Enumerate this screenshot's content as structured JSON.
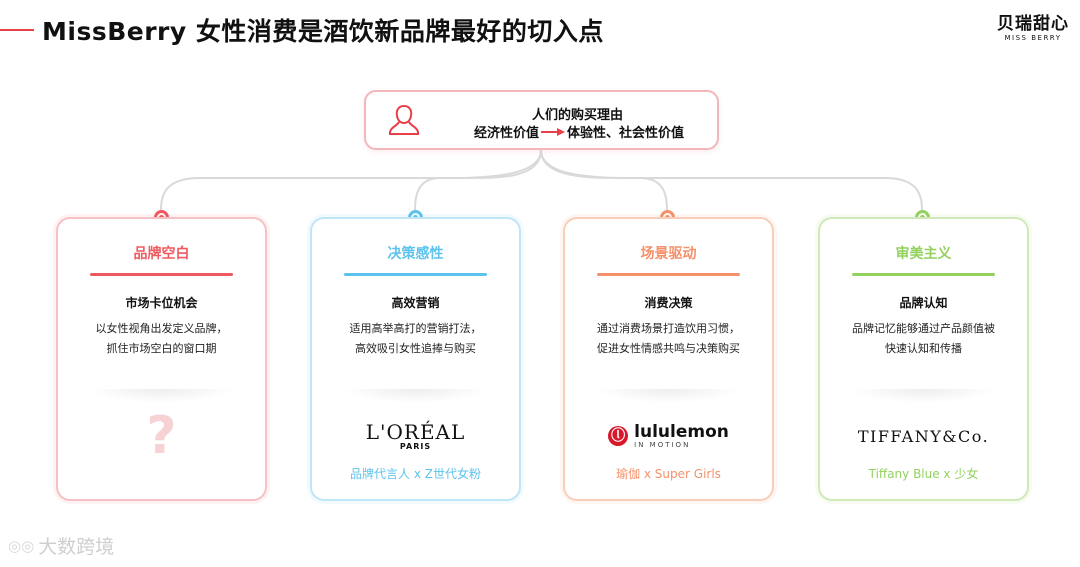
{
  "header": {
    "title": "MissBerry 女性消费是酒饮新品牌最好的切入点",
    "accent": "#e8404a"
  },
  "brand_logo": {
    "cn": "贝瑞甜心",
    "en": "MISS BERRY"
  },
  "center": {
    "icon": "person-icon",
    "line1": "人们的购买理由",
    "line2_left": "经济性价值",
    "line2_right": "体验性、社会性价值"
  },
  "cards": [
    {
      "color": "#ee5a5f",
      "title": "品牌空白",
      "subtitle": "市场卡位机会",
      "desc1": "以女性视角出发定义品牌，",
      "desc2": "抓住市场空白的窗口期",
      "visual": "question-mark-icon",
      "visual_text": "?",
      "tag": ""
    },
    {
      "color": "#5cc3ec",
      "title": "决策感性",
      "subtitle": "高效营销",
      "desc1": "适用高举高打的营销打法，",
      "desc2": "高效吸引女性追捧与购买",
      "logo_main": "L'ORÉAL",
      "logo_sub": "PARIS",
      "tag": "品牌代言人 x  Z世代女粉"
    },
    {
      "color": "#f4916a",
      "title": "场景驱动",
      "subtitle": "消费决策",
      "desc1": "通过消费场景打造饮用习惯，",
      "desc2": "促进女性情感共鸣与决策购买",
      "logo_main": "lululemon",
      "logo_sub": "IN MOTION",
      "logo_mark": "ⓛ",
      "tag": "瑜伽  x  Super Girls"
    },
    {
      "color": "#93d15f",
      "title": "审美主义",
      "subtitle": "品牌认知",
      "desc1": "品牌记忆能够通过产品颜值被",
      "desc2": "快速认知和传播",
      "logo_main": "TIFFANY&Co.",
      "tag": "Tiffany Blue  x  少女"
    }
  ],
  "watermark": {
    "text": "大数跨境",
    "icon": "camera-logo-icon"
  }
}
